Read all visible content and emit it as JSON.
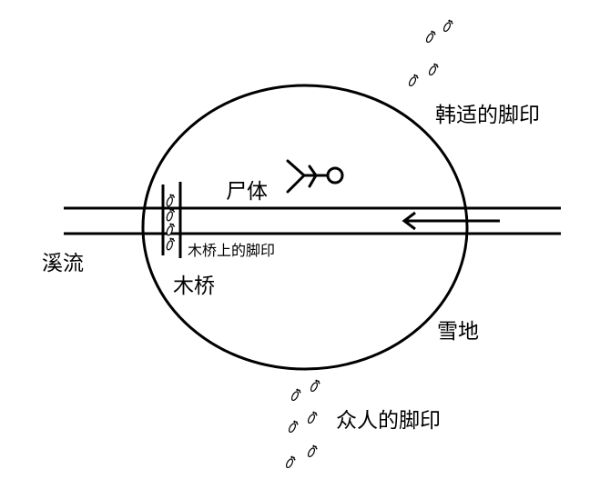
{
  "labels": {
    "han_footprints": "韩适的脚印",
    "corpse": "尸体",
    "stream": "溪流",
    "bridge": "木桥",
    "bridge_footprints": "木桥上的脚印",
    "snow_ground": "雪地",
    "crowd_footprints": "众人的脚印"
  },
  "colors": {
    "ink": "#000000",
    "background": "#ffffff"
  },
  "icons": {
    "stream_flow": "left-arrow-icon",
    "corpse": "stick-figure-icon",
    "footprints": "footprint-icon"
  }
}
